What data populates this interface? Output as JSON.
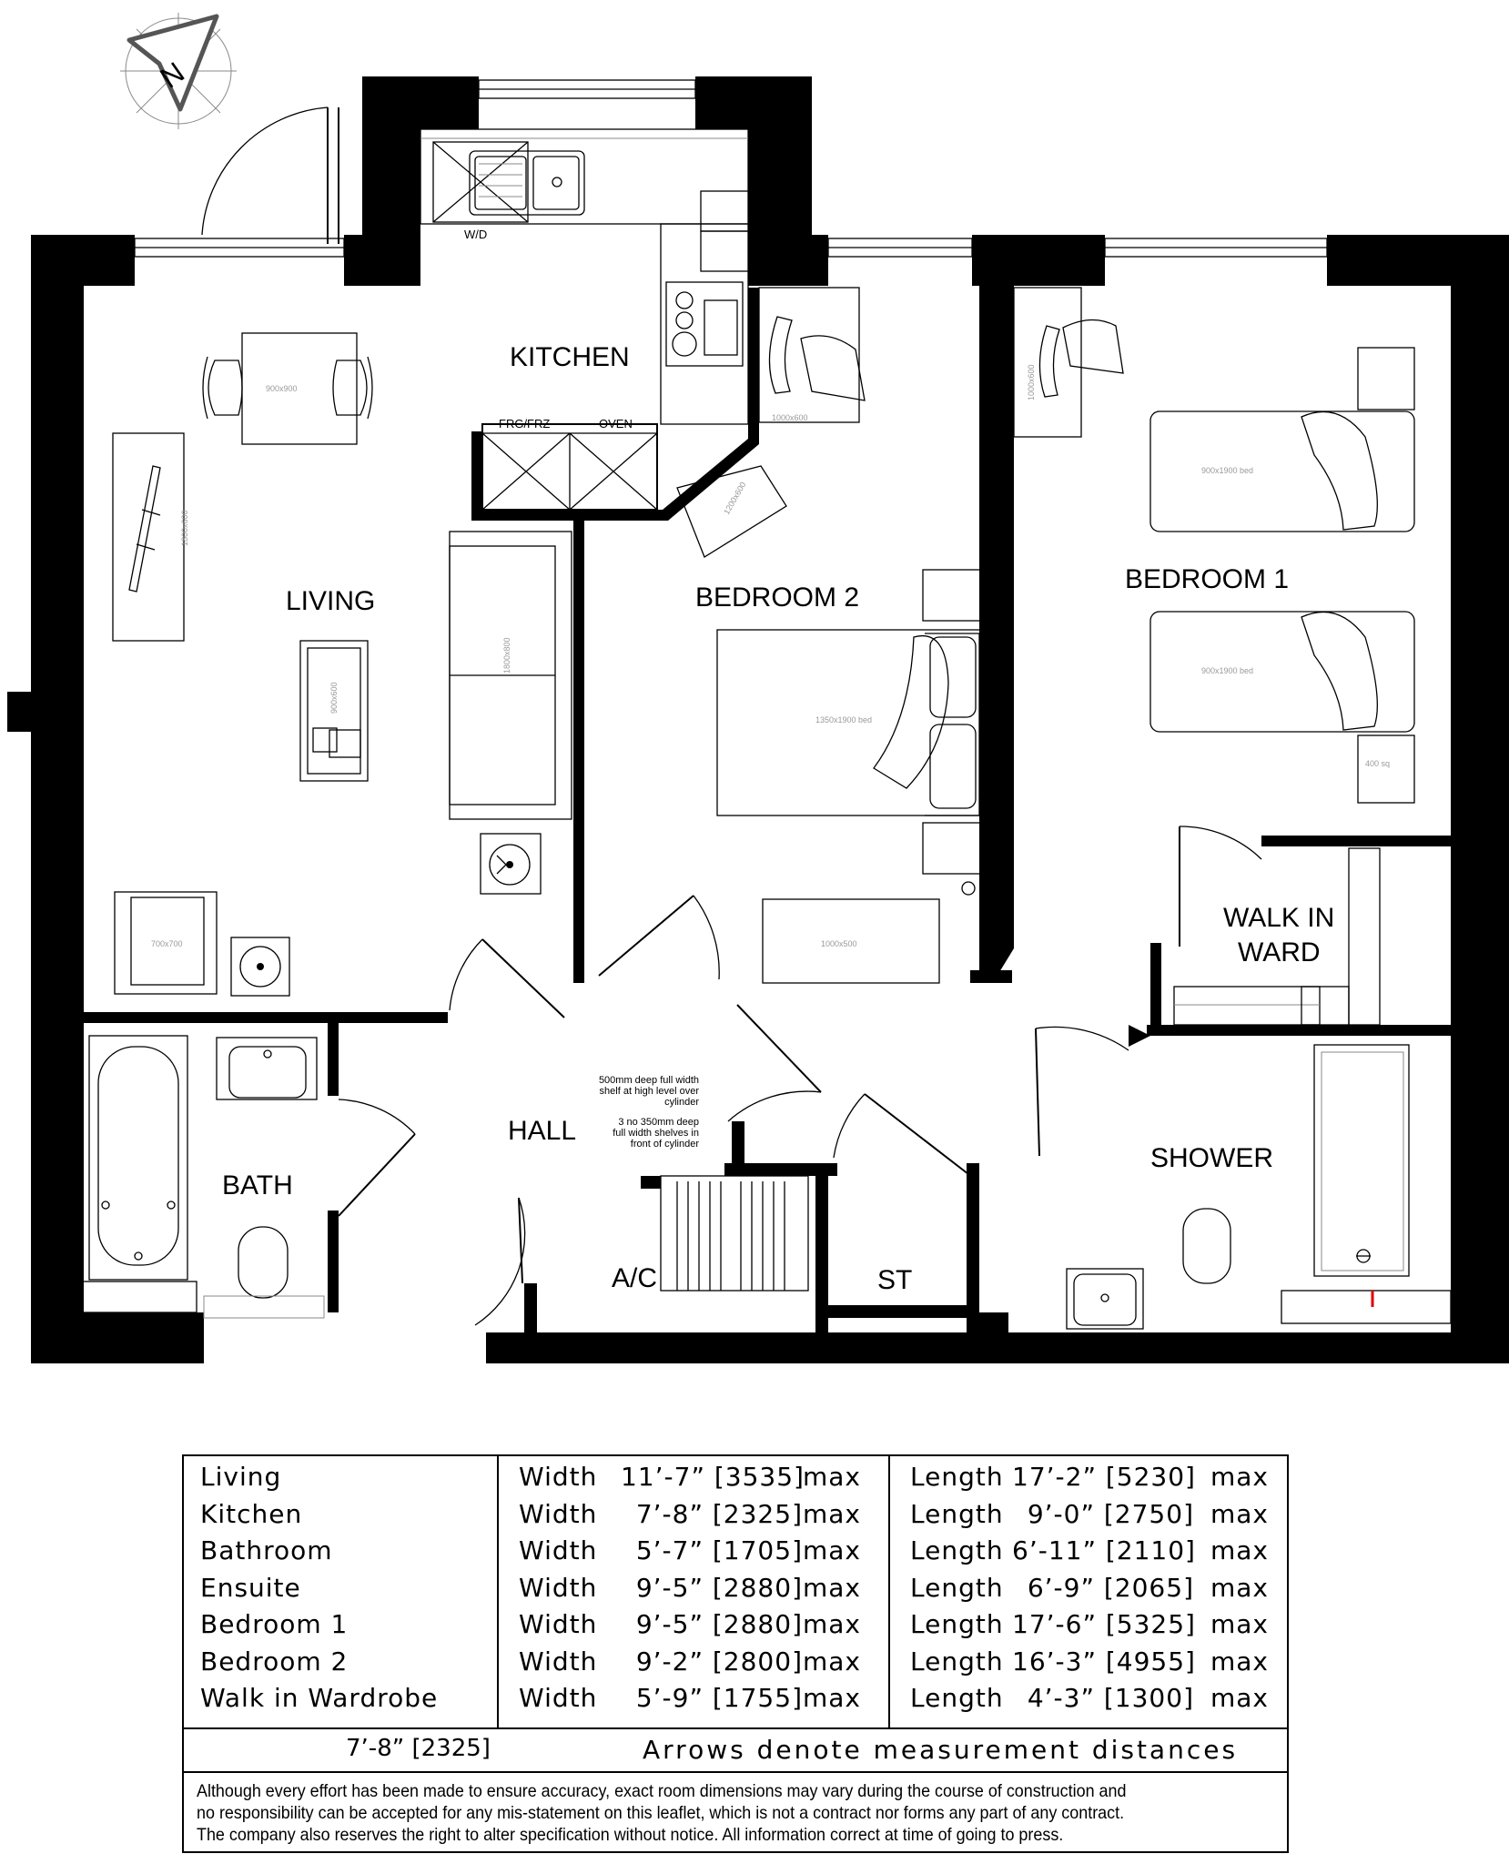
{
  "rooms": {
    "kitchen": "KITCHEN",
    "living": "LIVING",
    "bedroom2": "BEDROOM 2",
    "bedroom1": "BEDROOM 1",
    "walkin": [
      "WALK IN",
      "WARD"
    ],
    "hall": "HALL",
    "bath": "BATH",
    "shower": "SHOWER",
    "ac": "A/C",
    "st": "ST"
  },
  "appliances": {
    "wd": "W/D",
    "fridge": "FRG/FRZ",
    "oven": "OVEN"
  },
  "hall_note": [
    "500mm deep full width",
    "shelf at high level over",
    "cylinder",
    "3 no 350mm deep",
    "full width shelves in",
    "front of cylinder"
  ],
  "faint_labels": {
    "dining": "900x900",
    "rug": "1800x600",
    "coffee": "900x600",
    "sofa": "1800x800",
    "armchair": "700x700",
    "desk2": "1000x600",
    "wardrobe": "1200x600",
    "desk1": "1000x600",
    "bed2": "1350x1900 bed",
    "bed1a": "900x1900 bed",
    "bed1b": "900x1900 bed",
    "drawers2": "1000x500",
    "bedside": "400 sq"
  },
  "compass": {
    "label": "N"
  },
  "dimensions": {
    "rows": [
      {
        "room": "Living",
        "width_label": "Width",
        "width": "11’-7” [3535]",
        "width_suffix": "max",
        "length_label": "Length",
        "length": "17’-2” [5230]",
        "length_suffix": "max"
      },
      {
        "room": "Kitchen",
        "width_label": "Width",
        "width": "7’-8” [2325]",
        "width_suffix": "max",
        "length_label": "Length",
        "length": "9’-0” [2750]",
        "length_suffix": "max"
      },
      {
        "room": "Bathroom",
        "width_label": "Width",
        "width": "5’-7” [1705]",
        "width_suffix": "max",
        "length_label": "Length",
        "length": "6’-11” [2110]",
        "length_suffix": "max"
      },
      {
        "room": "Ensuite",
        "width_label": "Width",
        "width": "9’-5” [2880]",
        "width_suffix": "max",
        "length_label": "Length",
        "length": "6’-9” [2065]",
        "length_suffix": "max"
      },
      {
        "room": "Bedroom  1",
        "width_label": "Width",
        "width": "9’-5” [2880]",
        "width_suffix": "max",
        "length_label": "Length",
        "length": "17’-6” [5325]",
        "length_suffix": "max"
      },
      {
        "room": "Bedroom  2",
        "width_label": "Width",
        "width": "9’-2” [2800]",
        "width_suffix": "max",
        "length_label": "Length",
        "length": "16’-3” [4955]",
        "length_suffix": "max"
      },
      {
        "room": "Walk  in  Wardrobe",
        "width_label": "Width",
        "width": "5’-9” [1755]",
        "width_suffix": "max",
        "length_label": "Length",
        "length": "4’-3” [1300]",
        "length_suffix": "max"
      }
    ],
    "footer_dimension": "7’-8” [2325]",
    "arrows_note": "Arrows denote measurement distances",
    "disclaimer": [
      "Although every effort has been made to ensure accuracy, exact room dimensions may vary during the course of construction and",
      "no responsibility can be accepted for any mis-statement on this leaflet, which is not a contract nor forms any part of any contract.",
      "The company also reserves the right to alter specification without notice. All information correct at time of going to press."
    ]
  }
}
